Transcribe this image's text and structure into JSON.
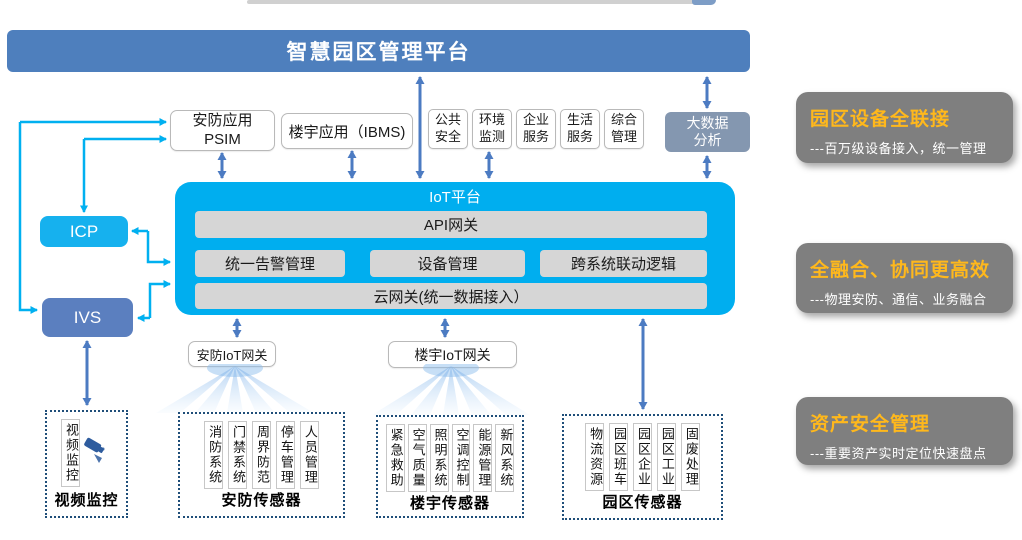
{
  "banner": {
    "title": "智慧园区管理平台"
  },
  "top_apps": {
    "psim_line1": "安防应用",
    "psim_line2": "PSIM",
    "ibms": "楼宇应用（IBMS)",
    "services": [
      "公共安全",
      "环境监测",
      "企业服务",
      "生活服务",
      "综合管理"
    ],
    "big_data": "大数据分析"
  },
  "platform": {
    "title": "IoT平台",
    "api_gateway": "API网关",
    "modules": [
      "统一告警管理",
      "设备管理",
      "跨系统联动逻辑"
    ],
    "cloud_gateway": "云网关(统一数据接入）"
  },
  "left_nodes": {
    "icp": "ICP",
    "ivs": "IVS"
  },
  "iot_gateways": {
    "security": "安防IoT网关",
    "building": "楼宇IoT网关"
  },
  "sensor_groups": {
    "video": {
      "label": "视频监控",
      "columns": [
        "视频监控"
      ]
    },
    "security": {
      "label": "安防传感器",
      "columns": [
        "消防系统",
        "门禁系统",
        "周界防范",
        "停车管理",
        "人员管理"
      ]
    },
    "building": {
      "label": "楼宇传感器",
      "columns": [
        "紧急救助",
        "空气质量",
        "照明系统",
        "空调控制",
        "能源管理",
        "新风系统"
      ]
    },
    "park": {
      "label": "园区传感器",
      "columns": [
        "物流资源",
        "园区班车",
        "园区企业",
        "园区工业",
        "固废处理"
      ]
    }
  },
  "features": [
    {
      "title": "园区设备全联接",
      "desc": "---百万级设备接入，统一管理"
    },
    {
      "title": "全融合、协同更高效",
      "desc": "---物理安防、通信、业务融合"
    },
    {
      "title": "资产安全管理",
      "desc": "---重要资产实时定位快速盘点"
    }
  ],
  "colors": {
    "banner_blue": "#4e7fbd",
    "platform_cyan": "#00aeef",
    "icp_cyan": "#16b1ee",
    "ivs_blue": "#5b7fbf",
    "bigdata_grayblue": "#8497b0",
    "module_gray": "#d6d6d6",
    "arrow_steel": "#4c7bc2",
    "link_cyan": "#00b0f0",
    "panel_gray": "#7f7f7f",
    "heading_orange": "#ffb81c",
    "dashed_border": "#1f4e79"
  }
}
